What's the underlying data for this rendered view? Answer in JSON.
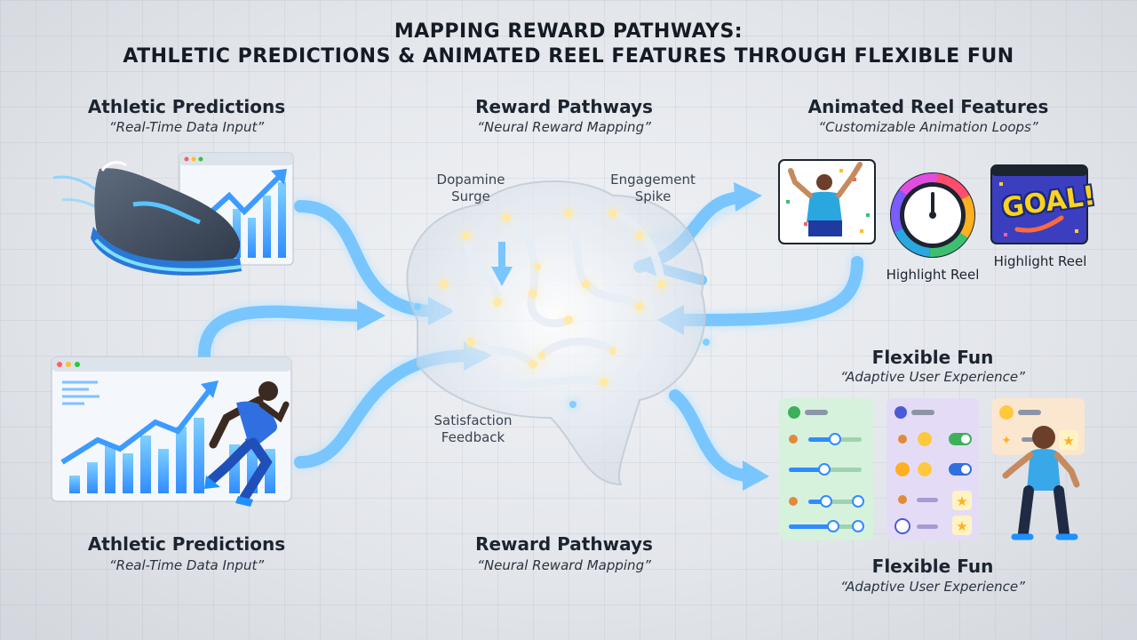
{
  "title": {
    "line1": "MAPPING REWARD PATHWAYS:",
    "line2": "ATHLETIC PREDICTIONS & ANIMATED REEL FEATURES THROUGH FLEXIBLE FUN"
  },
  "top": {
    "left": {
      "heading": "Athletic Predictions",
      "sub": "“Real-Time Data Input”"
    },
    "center": {
      "heading": "Reward Pathways",
      "sub": "“Neural Reward Mapping”"
    },
    "right": {
      "heading": "Animated Reel Features",
      "sub": "“Customizable Animation Loops”"
    }
  },
  "brain_labels": {
    "dopamine": "Dopamine\nSurge",
    "engagement": "Engagement\nSpike",
    "satisfaction": "Satisfaction\nFeedback"
  },
  "reels": {
    "caption_1": "Highlight Reel",
    "caption_2": "Highlight Reel",
    "goal_text": "GOAL!"
  },
  "flex_top": {
    "heading": "Flexible Fun",
    "sub": "“Adaptive User Experience”"
  },
  "bottom": {
    "left": {
      "heading": "Athletic Predictions",
      "sub": "“Real-Time Data Input”"
    },
    "center": {
      "heading": "Reward Pathways",
      "sub": "“Neural Reward Mapping”"
    },
    "right": {
      "heading": "Flexible Fun",
      "sub": "“Adaptive User Experience”"
    }
  },
  "colors": {
    "arrow": "#79c6ff",
    "arrow_glow": "#bfe6ff",
    "panel_green": "#d6f2dd",
    "panel_purple": "#e4dcf7",
    "panel_peach": "#fbe7cf",
    "bar": "#4aa8ff"
  },
  "icons": [
    "sneaker-icon",
    "runner-icon",
    "brain-icon",
    "celebrating-player-icon",
    "dial-icon",
    "goal-icon",
    "slider-panel-icon",
    "character-icon"
  ]
}
